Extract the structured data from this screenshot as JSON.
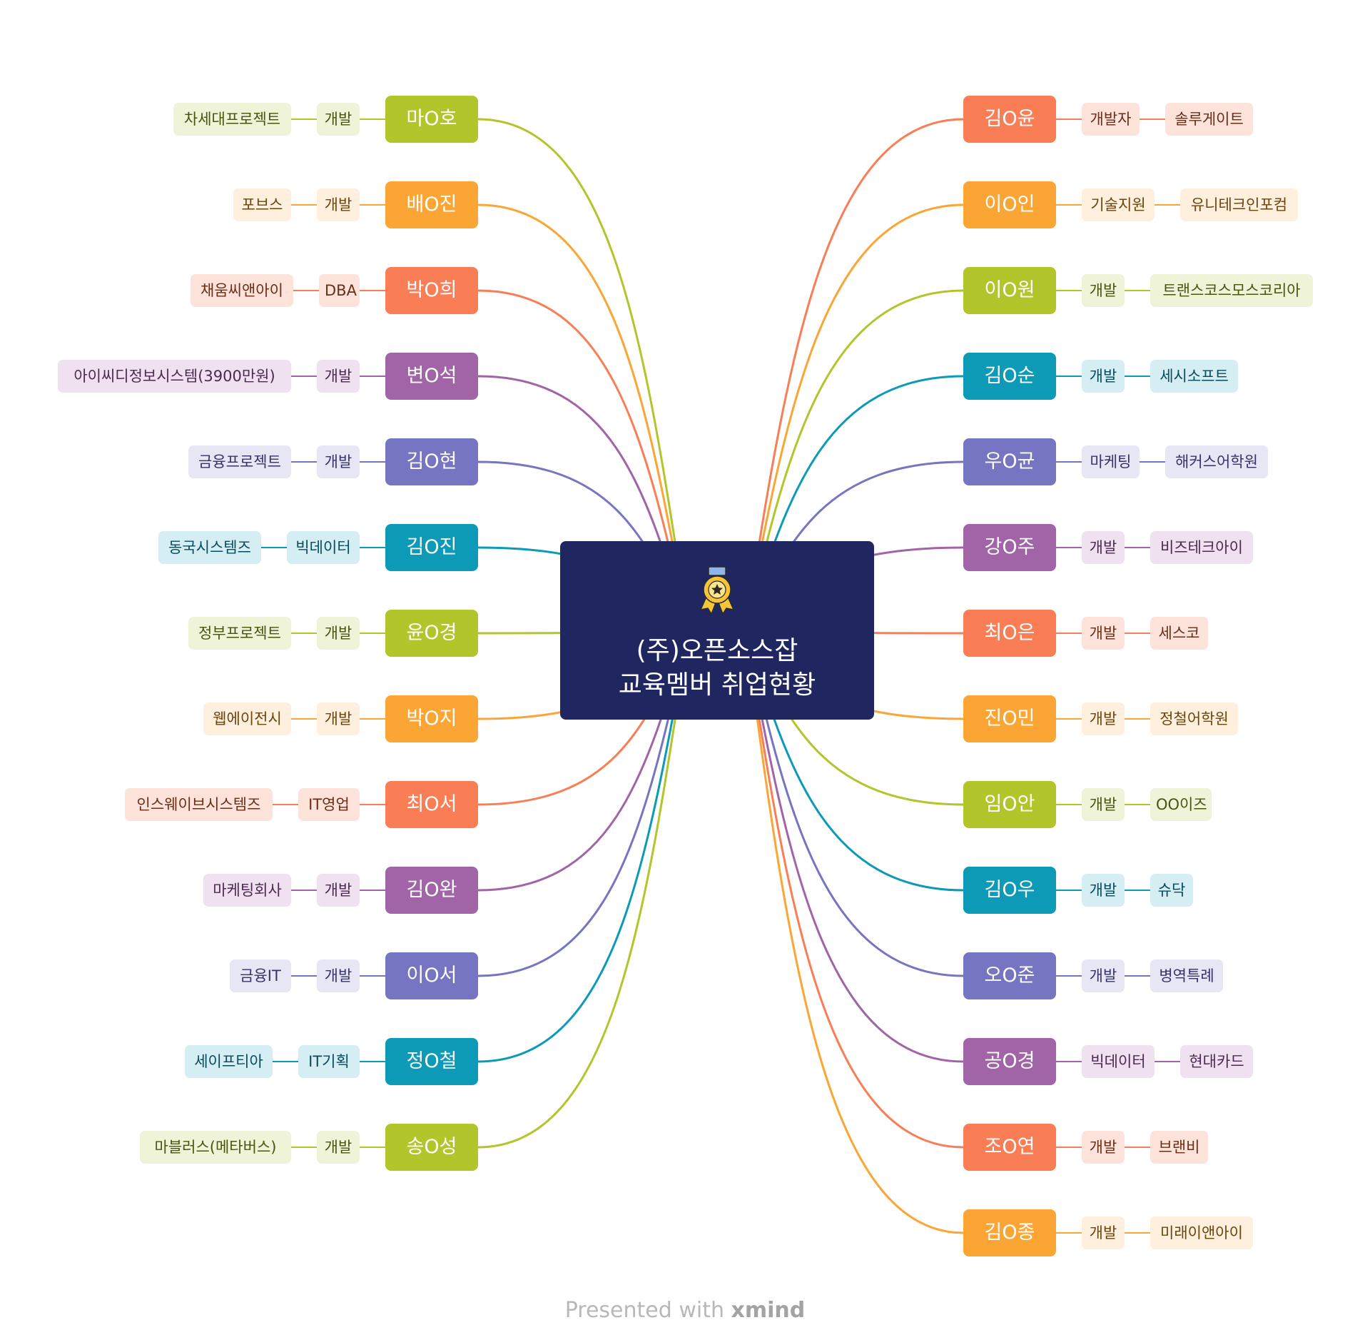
{
  "center": {
    "line1": "(주)오픈소스잡",
    "line2": "교육멤버 취업현황",
    "icon": "medal-icon"
  },
  "colors": {
    "green": {
      "main": "#b2c52b",
      "light": "#eff3d8",
      "text": "#4a5411"
    },
    "orange": {
      "main": "#fba534",
      "light": "#fef0dc",
      "text": "#6b4410"
    },
    "coral": {
      "main": "#f97d55",
      "light": "#fde3da",
      "text": "#6b2e17"
    },
    "purple": {
      "main": "#a064a7",
      "light": "#efe1f0",
      "text": "#4a2a4e"
    },
    "indigo": {
      "main": "#7575c1",
      "light": "#e6e6f5",
      "text": "#34346a"
    },
    "teal": {
      "main": "#0c9ab7",
      "light": "#d4eef4",
      "text": "#0a4a5a"
    }
  },
  "left_branches": [
    {
      "name": "마O호",
      "role": "개발",
      "company": "차세대프로젝트",
      "color": "green"
    },
    {
      "name": "배O진",
      "role": "개발",
      "company": "포브스",
      "color": "orange"
    },
    {
      "name": "박O희",
      "role": "DBA",
      "company": "채움씨앤아이",
      "color": "coral"
    },
    {
      "name": "변O석",
      "role": "개발",
      "company": "아이씨디정보시스템(3900만원)",
      "color": "purple"
    },
    {
      "name": "김O현",
      "role": "개발",
      "company": "금융프로젝트",
      "color": "indigo"
    },
    {
      "name": "김O진",
      "role": "빅데이터",
      "company": "동국시스템즈",
      "color": "teal"
    },
    {
      "name": "윤O경",
      "role": "개발",
      "company": "정부프로젝트",
      "color": "green"
    },
    {
      "name": "박O지",
      "role": "개발",
      "company": "웹에이전시",
      "color": "orange"
    },
    {
      "name": "최O서",
      "role": "IT영업",
      "company": "인스웨이브시스템즈",
      "color": "coral"
    },
    {
      "name": "김O완",
      "role": "개발",
      "company": "마케팅회사",
      "color": "purple"
    },
    {
      "name": "이O서",
      "role": "개발",
      "company": "금융IT",
      "color": "indigo"
    },
    {
      "name": "정O철",
      "role": "IT기획",
      "company": "세이프티아",
      "color": "teal"
    },
    {
      "name": "송O성",
      "role": "개발",
      "company": "마블러스(메타버스)",
      "color": "green"
    }
  ],
  "right_branches": [
    {
      "name": "김O윤",
      "role": "개발자",
      "company": "솔루게이트",
      "color": "coral"
    },
    {
      "name": "이O인",
      "role": "기술지원",
      "company": "유니테크인포컴",
      "color": "orange"
    },
    {
      "name": "이O원",
      "role": "개발",
      "company": "트랜스코스모스코리아",
      "color": "green"
    },
    {
      "name": "김O순",
      "role": "개발",
      "company": "세시소프트",
      "color": "teal"
    },
    {
      "name": "우O균",
      "role": "마케팅",
      "company": "해커스어학원",
      "color": "indigo"
    },
    {
      "name": "강O주",
      "role": "개발",
      "company": "비즈테크아이",
      "color": "purple"
    },
    {
      "name": "최O은",
      "role": "개발",
      "company": "세스코",
      "color": "coral"
    },
    {
      "name": "진O민",
      "role": "개발",
      "company": "정철어학원",
      "color": "orange"
    },
    {
      "name": "임O안",
      "role": "개발",
      "company": "OO이즈",
      "color": "green"
    },
    {
      "name": "김O우",
      "role": "개발",
      "company": "슈닥",
      "color": "teal"
    },
    {
      "name": "오O준",
      "role": "개발",
      "company": "병역특례",
      "color": "indigo"
    },
    {
      "name": "공O경",
      "role": "빅데이터",
      "company": "현대카드",
      "color": "purple"
    },
    {
      "name": "조O연",
      "role": "개발",
      "company": "브랜비",
      "color": "coral"
    },
    {
      "name": "김O종",
      "role": "개발",
      "company": "미래이앤아이",
      "color": "orange"
    }
  ],
  "footer": {
    "presented": "Presented with ",
    "brand": "xmind"
  }
}
